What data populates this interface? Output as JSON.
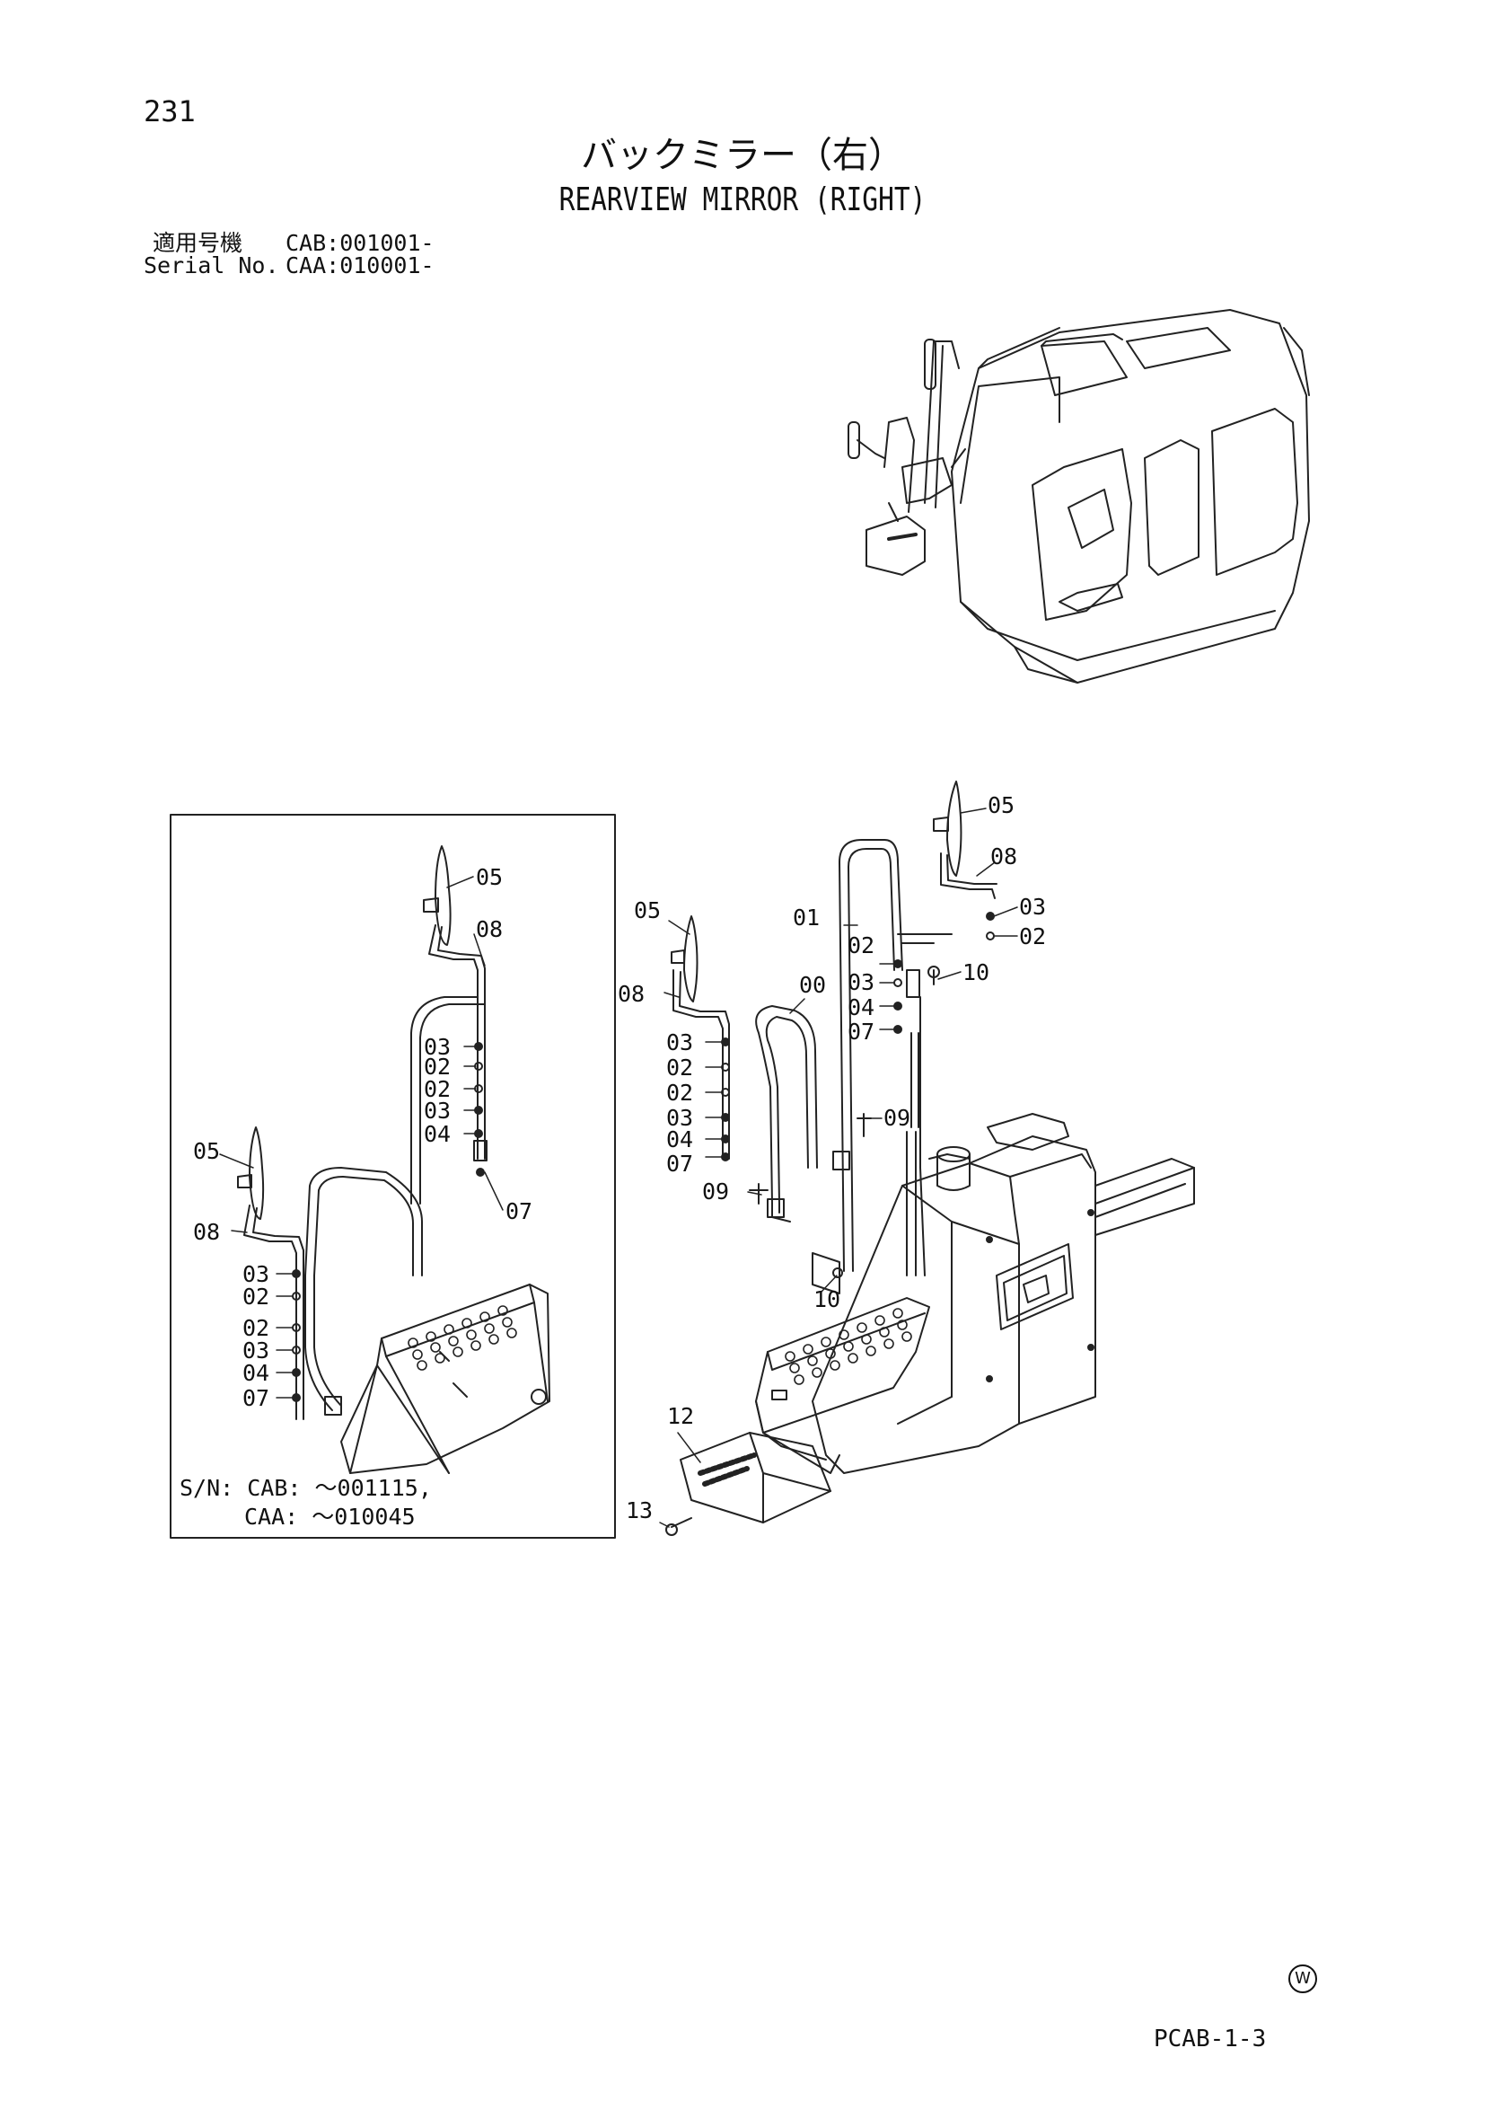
{
  "page": {
    "number": "231",
    "title_jp": "バックミラー（右）",
    "title_en": "REARVIEW MIRROR (RIGHT)",
    "serial_jp_label": "適用号機",
    "serial_jp_value": "CAB:001001-",
    "serial_en_label": "Serial No.",
    "serial_en_value": "CAA:010001-",
    "footer_code": "PCAB-1-3",
    "w_mark": "W"
  },
  "inset": {
    "sn_line1": "S/N: CAB:  ～001115,",
    "sn_line2": "CAA:  ～010045",
    "callouts": [
      "05",
      "08",
      "03",
      "02",
      "02",
      "03",
      "04",
      "07",
      "05",
      "08",
      "03",
      "02",
      "02",
      "03",
      "04",
      "07"
    ]
  },
  "main": {
    "callouts": [
      "05",
      "08",
      "03",
      "02",
      "10",
      "01",
      "02",
      "03",
      "04",
      "07",
      "05",
      "08",
      "00",
      "03",
      "02",
      "02",
      "03",
      "04",
      "07",
      "09",
      "09",
      "10",
      "12",
      "13"
    ]
  }
}
